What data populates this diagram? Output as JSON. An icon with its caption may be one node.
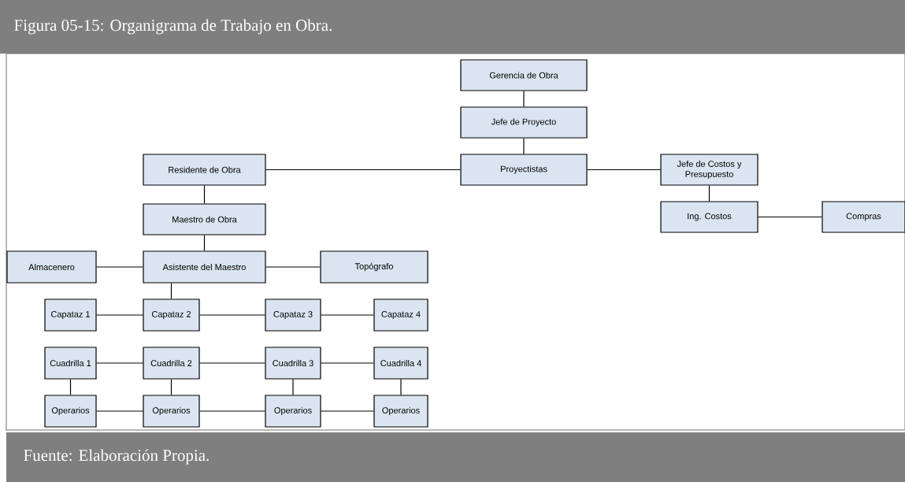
{
  "diagram": {
    "title": "Figura 05-15: Organigrama  de Trabajo en Obra.",
    "caption": "Fuente:  Elaboración  Propia.",
    "nodes": [
      {
        "text": [
          "Gerencia de Obra"
        ]
      },
      {
        "text": [
          "Jefe de Proyecto"
        ]
      },
      {
        "text": [
          "Proyectistas"
        ]
      },
      {
        "text": [
          "Residente de Obra"
        ]
      },
      {
        "text": [
          "Jefe de Costos y Presupuesto"
        ]
      },
      {
        "text": [
          "Maestro de Obra"
        ]
      },
      {
        "text": [
          "Ing. Costos"
        ]
      },
      {
        "text": [
          "Compras"
        ]
      },
      {
        "text": [
          "Almacenero"
        ]
      },
      {
        "text": [
          "Asistente del Maestro"
        ]
      },
      {
        "text": [
          "Topógrafo"
        ]
      },
      {
        "text": [
          "Capataz 1"
        ]
      },
      {
        "text": [
          "Capataz 2"
        ]
      },
      {
        "text": [
          "Capataz 3"
        ]
      },
      {
        "text": [
          "Capataz 4"
        ]
      },
      {
        "text": [
          "Cuadrilla 1"
        ]
      },
      {
        "text": [
          "Cuadrilla 2"
        ]
      },
      {
        "text": [
          "Cuadrilla 3"
        ]
      },
      {
        "text": [
          "Cuadrilla 4"
        ]
      },
      {
        "text": [
          "Operarios"
        ]
      },
      {
        "text": [
          "Operarios"
        ]
      },
      {
        "text": [
          "Operarios"
        ]
      },
      {
        "text": [
          "Operarios"
        ]
      }
    ],
    "edges": [
      {
        "from": 0,
        "to": 1,
        "arrow": "none"
      },
      {
        "from": 1,
        "to": 2,
        "arrow": "none"
      },
      {
        "from": 3,
        "to": 2,
        "arrow": "none"
      },
      {
        "from": 2,
        "to": 4,
        "arrow": "none"
      },
      {
        "from": 3,
        "to": 5,
        "arrow": "none"
      },
      {
        "from": 4,
        "to": 6,
        "arrow": "none"
      },
      {
        "from": 6,
        "to": 7,
        "arrow": "none"
      },
      {
        "from": 5,
        "to": 9,
        "arrow": "none"
      },
      {
        "from": 8,
        "to": 9,
        "arrow": "none"
      },
      {
        "from": 9,
        "to": 10,
        "arrow": "none"
      },
      {
        "from": 9,
        "to": 12,
        "arrow": "none"
      },
      {
        "from": 11,
        "to": 12,
        "arrow": "none"
      },
      {
        "from": 12,
        "to": 13,
        "arrow": "none"
      },
      {
        "from": 13,
        "to": 14,
        "arrow": "none"
      },
      {
        "from": 15,
        "to": 16,
        "arrow": "none"
      },
      {
        "from": 16,
        "to": 17,
        "arrow": "none"
      },
      {
        "from": 17,
        "to": 18,
        "arrow": "none"
      },
      {
        "from": 15,
        "to": 19,
        "arrow": "none"
      },
      {
        "from": 16,
        "to": 20,
        "arrow": "none"
      },
      {
        "from": 17,
        "to": 21,
        "arrow": "none"
      },
      {
        "from": 18,
        "to": 22,
        "arrow": "none"
      },
      {
        "from": 19,
        "to": 20,
        "arrow": "none"
      },
      {
        "from": 20,
        "to": 21,
        "arrow": "none"
      },
      {
        "from": 21,
        "to": 22,
        "arrow": "none"
      }
    ]
  }
}
